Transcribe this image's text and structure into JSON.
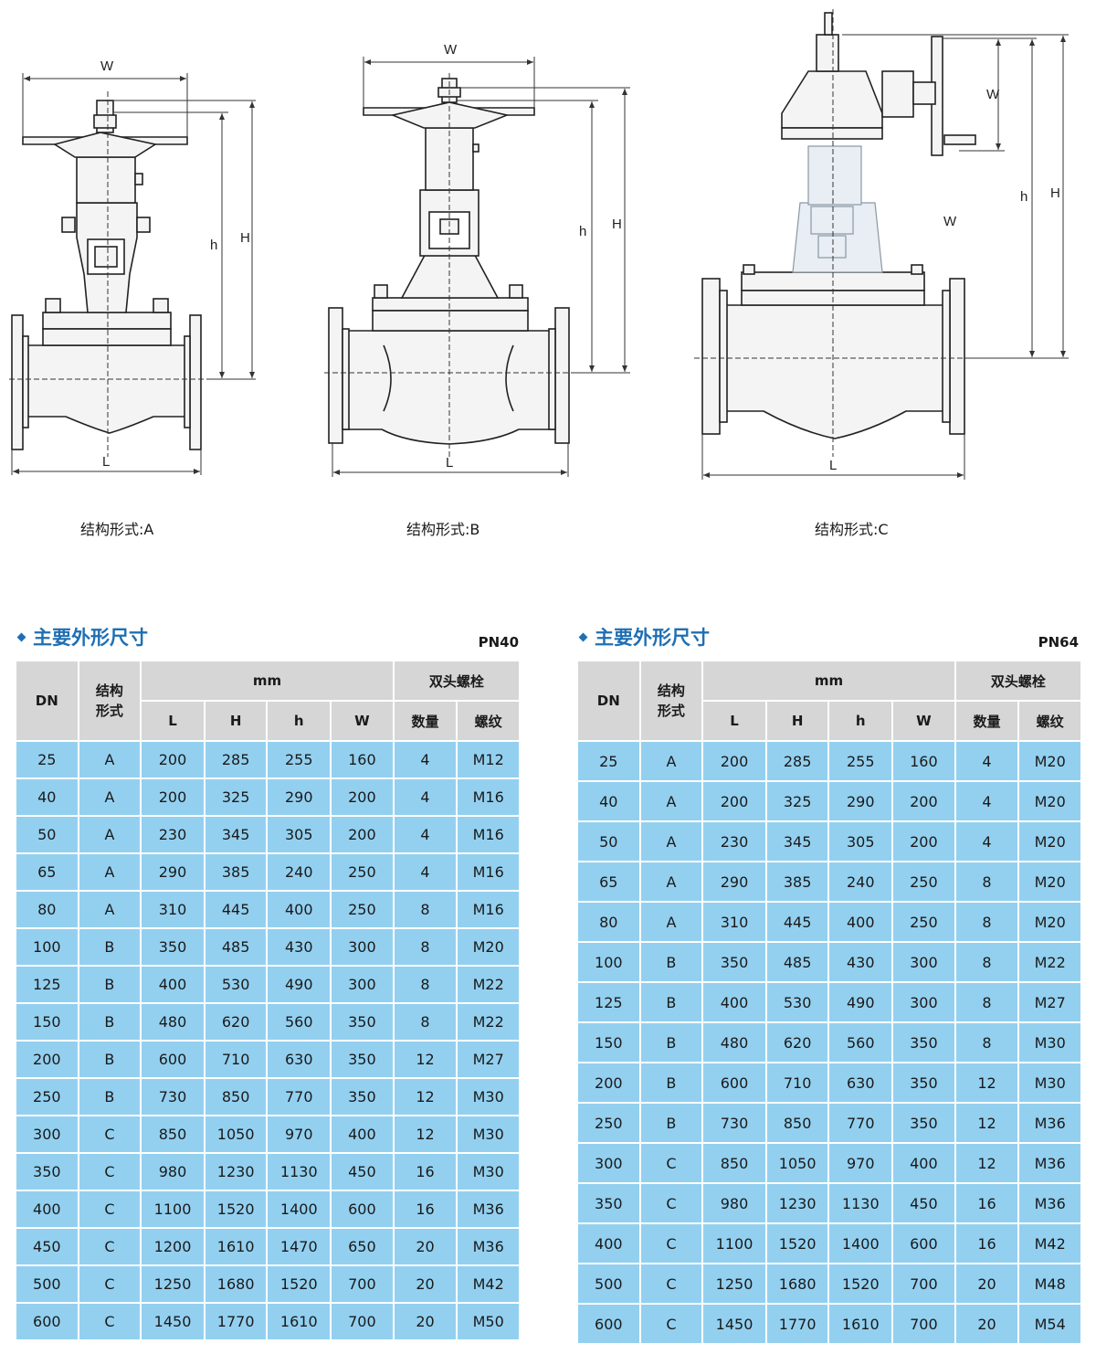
{
  "drawings": {
    "captions": [
      "结构形式:A",
      "结构形式:B",
      "结构形式:C"
    ],
    "dimension_labels": {
      "w": "W",
      "h_small": "h",
      "h_big": "H",
      "l": "L"
    }
  },
  "headers": {
    "dn": "DN",
    "type": "结构形式",
    "mm": "mm",
    "bolts": "双头螺栓",
    "l": "L",
    "h_big": "H",
    "h_small": "h",
    "w": "W",
    "qty": "数量",
    "thread": "螺纹"
  },
  "tables": [
    {
      "title": "主要外形尺寸",
      "pressure": "PN40",
      "rows": [
        [
          "25",
          "A",
          "200",
          "285",
          "255",
          "160",
          "4",
          "M12"
        ],
        [
          "40",
          "A",
          "200",
          "325",
          "290",
          "200",
          "4",
          "M16"
        ],
        [
          "50",
          "A",
          "230",
          "345",
          "305",
          "200",
          "4",
          "M16"
        ],
        [
          "65",
          "A",
          "290",
          "385",
          "240",
          "250",
          "4",
          "M16"
        ],
        [
          "80",
          "A",
          "310",
          "445",
          "400",
          "250",
          "8",
          "M16"
        ],
        [
          "100",
          "B",
          "350",
          "485",
          "430",
          "300",
          "8",
          "M20"
        ],
        [
          "125",
          "B",
          "400",
          "530",
          "490",
          "300",
          "8",
          "M22"
        ],
        [
          "150",
          "B",
          "480",
          "620",
          "560",
          "350",
          "8",
          "M22"
        ],
        [
          "200",
          "B",
          "600",
          "710",
          "630",
          "350",
          "12",
          "M27"
        ],
        [
          "250",
          "B",
          "730",
          "850",
          "770",
          "350",
          "12",
          "M30"
        ],
        [
          "300",
          "C",
          "850",
          "1050",
          "970",
          "400",
          "12",
          "M30"
        ],
        [
          "350",
          "C",
          "980",
          "1230",
          "1130",
          "450",
          "16",
          "M30"
        ],
        [
          "400",
          "C",
          "1100",
          "1520",
          "1400",
          "600",
          "16",
          "M36"
        ],
        [
          "450",
          "C",
          "1200",
          "1610",
          "1470",
          "650",
          "20",
          "M36"
        ],
        [
          "500",
          "C",
          "1250",
          "1680",
          "1520",
          "700",
          "20",
          "M42"
        ],
        [
          "600",
          "C",
          "1450",
          "1770",
          "1610",
          "700",
          "20",
          "M50"
        ]
      ]
    },
    {
      "title": "主要外形尺寸",
      "pressure": "PN64",
      "rows": [
        [
          "25",
          "A",
          "200",
          "285",
          "255",
          "160",
          "4",
          "M20"
        ],
        [
          "40",
          "A",
          "200",
          "325",
          "290",
          "200",
          "4",
          "M20"
        ],
        [
          "50",
          "A",
          "230",
          "345",
          "305",
          "200",
          "4",
          "M20"
        ],
        [
          "65",
          "A",
          "290",
          "385",
          "240",
          "250",
          "8",
          "M20"
        ],
        [
          "80",
          "A",
          "310",
          "445",
          "400",
          "250",
          "8",
          "M20"
        ],
        [
          "100",
          "B",
          "350",
          "485",
          "430",
          "300",
          "8",
          "M22"
        ],
        [
          "125",
          "B",
          "400",
          "530",
          "490",
          "300",
          "8",
          "M27"
        ],
        [
          "150",
          "B",
          "480",
          "620",
          "560",
          "350",
          "8",
          "M30"
        ],
        [
          "200",
          "B",
          "600",
          "710",
          "630",
          "350",
          "12",
          "M30"
        ],
        [
          "250",
          "B",
          "730",
          "850",
          "770",
          "350",
          "12",
          "M36"
        ],
        [
          "300",
          "C",
          "850",
          "1050",
          "970",
          "400",
          "12",
          "M36"
        ],
        [
          "350",
          "C",
          "980",
          "1230",
          "1130",
          "450",
          "16",
          "M36"
        ],
        [
          "400",
          "C",
          "1100",
          "1520",
          "1400",
          "600",
          "16",
          "M42"
        ],
        [
          "500",
          "C",
          "1250",
          "1680",
          "1520",
          "700",
          "20",
          "M48"
        ],
        [
          "600",
          "C",
          "1450",
          "1770",
          "1610",
          "700",
          "20",
          "M54"
        ]
      ]
    }
  ],
  "colors": {
    "accent": "#1f6fb3",
    "cell": "#93d0f0",
    "header": "#d6d6d6"
  }
}
